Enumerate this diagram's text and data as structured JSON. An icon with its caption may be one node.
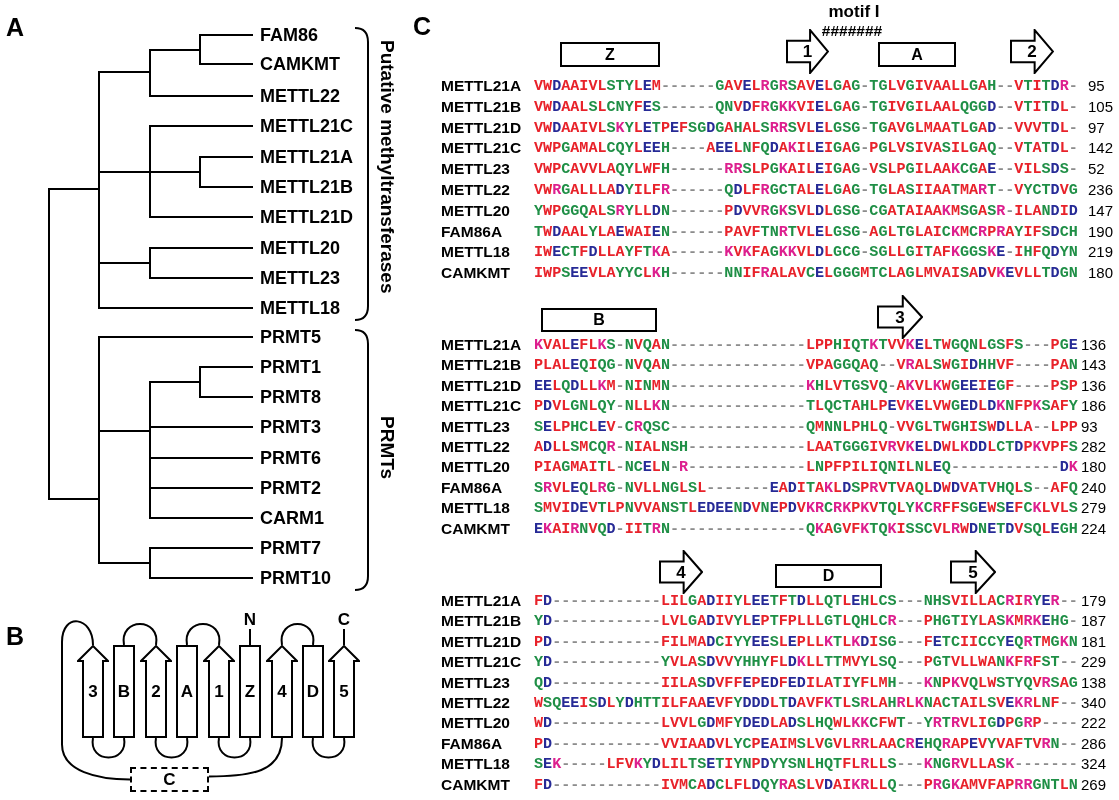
{
  "diagram": {
    "nodes": [
      {
        "text": [
          "N"
        ]
      },
      {
        "text": [
          "C"
        ]
      },
      {
        "text": [
          "3"
        ]
      },
      {
        "text": [
          "B"
        ]
      },
      {
        "text": [
          "2"
        ]
      },
      {
        "text": [
          "A"
        ]
      },
      {
        "text": [
          "1"
        ]
      },
      {
        "text": [
          "Z"
        ]
      },
      {
        "text": [
          "4"
        ]
      },
      {
        "text": [
          "D"
        ]
      },
      {
        "text": [
          "5"
        ]
      },
      {
        "text": [
          "C"
        ]
      },
      {
        "text": [
          "Z"
        ]
      },
      {
        "text": [
          "1"
        ]
      },
      {
        "text": [
          "A"
        ]
      },
      {
        "text": [
          "2"
        ]
      },
      {
        "text": [
          "B"
        ]
      },
      {
        "text": [
          "3"
        ]
      },
      {
        "text": [
          "4"
        ]
      },
      {
        "text": [
          "D"
        ]
      },
      {
        "text": [
          "5"
        ]
      }
    ],
    "edges": [
      {
        "from": 0,
        "to": 7,
        "arrow": "none"
      },
      {
        "from": 7,
        "to": 6,
        "arrow": "none"
      },
      {
        "from": 6,
        "to": 5,
        "arrow": "none"
      },
      {
        "from": 5,
        "to": 4,
        "arrow": "none"
      },
      {
        "from": 4,
        "to": 3,
        "arrow": "none"
      },
      {
        "from": 3,
        "to": 2,
        "arrow": "none"
      },
      {
        "from": 2,
        "to": 11,
        "arrow": "none"
      },
      {
        "from": 11,
        "to": 8,
        "arrow": "none"
      },
      {
        "from": 8,
        "to": 9,
        "arrow": "none"
      },
      {
        "from": 9,
        "to": 10,
        "arrow": "none"
      },
      {
        "from": 10,
        "to": 1,
        "arrow": "none"
      }
    ],
    "labels": [
      "A",
      "FAM86",
      "CAMKMT",
      "METTL22",
      "METTL21C",
      "METTL21A",
      "METTL21B",
      "METTL21D",
      "METTL20",
      "METTL23",
      "METTL18",
      "PRMT5",
      "PRMT1",
      "PRMT8",
      "PRMT3",
      "PRMT6",
      "PRMT2",
      "CARM1",
      "PRMT7",
      "PRMT10",
      "Putative methyltransferases",
      "PRMTs",
      "B",
      "C",
      "motif I",
      "#######",
      "METTL21A",
      "VWDAAIVLSTYLEM------GAVELRGRSAVELGAG-TGLVGIVAALLGAH--VTITDR-",
      "95",
      "METTL21B",
      "VWDAALSLCNYFES------QNVDFRGKKVIELGAG-TGIVGILAALQGGD--VTITDL-",
      "105",
      "METTL21D",
      "VWDAAIVLSKYLETPEFSGDGAHALSRRSVLELGSG-TGAVGLMAATLGAD--VVVTDL-",
      "97",
      "METTL21C",
      "VWPGAMALCQYLEEH----AEELNFQDAKILEIGAG-PGLVSIVASILGAQ--VTATDL-",
      "142",
      "METTL23",
      "VWPCAVVLAQYLWFH------RRSLPGKAILEIGAG-VSLPGILAAKCGAE--VILSDS-",
      "52",
      "METTL22",
      "VWRGALLLADYILFR------QDLFRGCTALELGAG-TGLASIIAATMART--VYCTDVG",
      "236",
      "METTL20",
      "YWPGGQALSRYLLDN------PDVVRGKSVLDLGSG-CGATAIAAKMSGASR-ILANDID",
      "147",
      "FAM86A",
      "TWDAALYLAEWAIEN------PAVFTNRTVLELGSG-AGLTGLAICKMCRPRAYIFSDCH",
      "190",
      "METTL18",
      "IWECTFDLLAYFTKA------KVKFAGKKVLDLGCG-SGLLGITAFKGGSKE-IHFQDYN",
      "219",
      "CAMKMT",
      "IWPSEEVLAYYCLKH------NNIFRALAVCELGGGMTCLAGLMVAISADVKEVLLTDGN",
      "180",
      "METTL21A",
      "KVALEFLKS-NVQAN---------------LPPHIQTKTVVKELTWGQNLGSFS---PGE",
      "136",
      "METTL21B",
      "PLALEQIQG-NVQAN---------------VPAGGQAQ--VRALSWGIDHHVF----PAN",
      "143",
      "METTL21D",
      "EELQDLLKM-NINMN---------------KHLVTGSVQ-AKVLKWGEEIEGF----PSP",
      "136",
      "METTL21C",
      "PDVLGNLQY-NLLKN---------------TLQCTAHLPEVKELVWGEDLDKNFPKSAFY",
      "186",
      "METTL23",
      "SELPHCLEV-CRQSC---------------QMNNLPHLQ-VVGLTWGHISWDLLA--LPP",
      "93",
      "METTL22",
      "ADLLSMCQR-NIALNSH-------------LAATGGGIVRVKELDWLKDDLCTDPKVPFS",
      "282",
      "METTL20",
      "PIAGMAITL-NCELN-R-------------LNPFPILIQNILNLEQ------------DK",
      "180",
      "FAM86A",
      "SRVLEQLRG-NVLLNGLSL-------EADITAKLDSPRVTVAQLDWDVATVHQLS--AFQ",
      "240",
      "METTL18",
      "SMVIDEVTLPNVVANSTLEDEENDVNEPDVKRCRKPKVTQLYKCRFFSGEWSEFCKLVLS",
      "279",
      "CAMKMT",
      "EKAIRNVQD-IITRN---------------QKAGVFKTQKISSCVLRWDNETDVSQLEGH",
      "224",
      "METTL21A",
      "FD------------LILGADIIYLEETFTDLLQTLEHLCS---NHSVILLACRIRYER--",
      "179",
      "METTL21B",
      "YD------------LVLGADIVYLEPTFPLLLGTLQHLCR---PHGTIYLASKMRKEHG-",
      "187",
      "METTL21D",
      "PD------------FILMADCIYYEESLEPLLKTLKDISG---FETCIICCYEQRTMGKN",
      "181",
      "METTL21C",
      "YD------------YVLASDVVYHHYFLDKLLTTMVYLSQ---PGTVLLWANKFRFST--",
      "229",
      "METTL23",
      "QD------------IILASDVFFEPEDFEDILATIYFLMH---KNPKVQLWSTYQVRSAG",
      "138",
      "METTL22",
      "WSQEEISDLYDHTTILFAAEVFYDDDLTDAVFKTLSRLAHRLKNACTAILSVEKRLNF--",
      "340",
      "METTL20",
      "WD------------LVVLGDMFYDEDLADSLHQWLKKCFWT--YRTRVLIGDPGRP----",
      "222",
      "FAM86A",
      "PD------------VVIAADVLYCPEAIMSLVGVLRRLAACREHQRAPEVYVAFTVRN--",
      "286",
      "METTL18",
      "SEK-----LFVKYDLILTSETIYNPDYYSNLHQTFLRLLS---KNGRVLLASK-------",
      "324",
      "CAMKMT",
      "FD------------IVMCADCLFLDQYRASLVDAIKRLLQ---PRGKAMVFAPRRGNTLN",
      "269"
    ]
  }
}
